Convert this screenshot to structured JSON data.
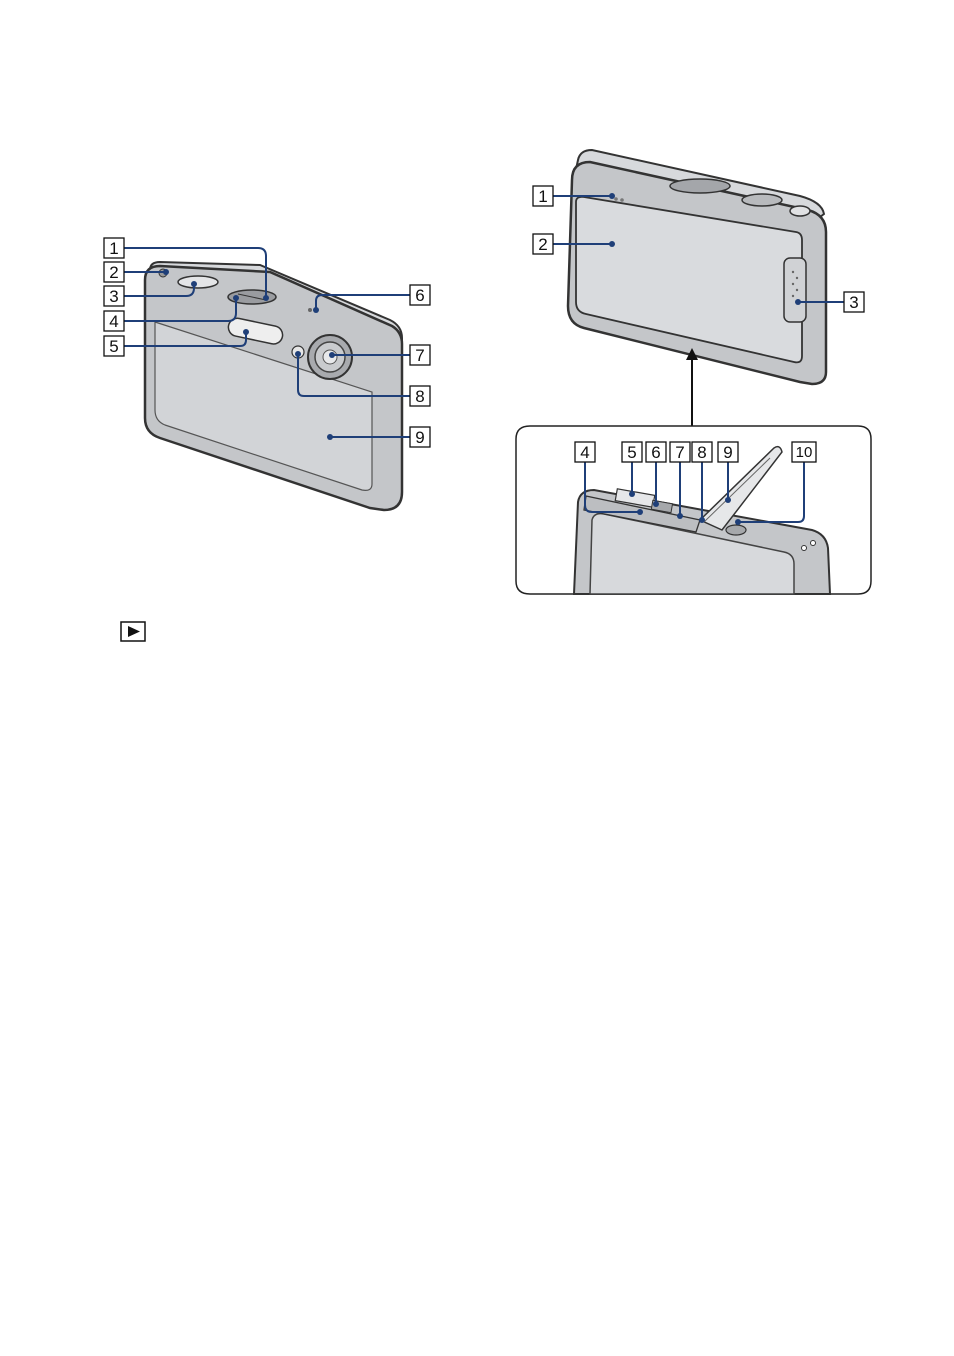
{
  "front_view": {
    "callouts": [
      "1",
      "2",
      "3",
      "4",
      "5",
      "6",
      "7",
      "8",
      "9"
    ]
  },
  "back_view": {
    "callouts": [
      "1",
      "2",
      "3"
    ]
  },
  "bottom_view": {
    "callouts": [
      "4",
      "5",
      "6",
      "7",
      "8",
      "9",
      "10"
    ]
  },
  "playback_symbol": {
    "icon": "playback-triangle-icon"
  },
  "colors": {
    "leader_line": "#1f3f78",
    "box_stroke": "#111111",
    "camera_body": "#c9cbce",
    "camera_edge": "#3a3a3a"
  }
}
